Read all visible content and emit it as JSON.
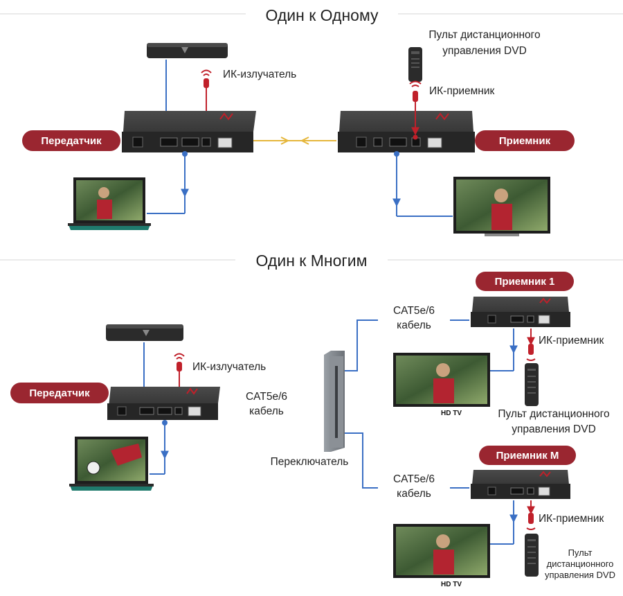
{
  "colors": {
    "pill": "#9a2630",
    "device": "#2f2f2f",
    "cable_blue": "#3a6fc4",
    "cable_red": "#c0202a",
    "cable_yellow": "#e5b63a",
    "switch": "#7d8187"
  },
  "sections": {
    "one_to_one": {
      "title": "Один к Одному",
      "transmitter_label": "Передатчик",
      "receiver_label": "Приемник",
      "ir_emitter_label": "ИК-излучатель",
      "ir_receiver_label": "ИК-приемник",
      "remote_label_line1": "Пульт дистанционного",
      "remote_label_line2": "управления DVD"
    },
    "one_to_many": {
      "title": "Один к Многим",
      "transmitter_label": "Передатчик",
      "ir_emitter_label": "ИК-излучатель",
      "cable_line1": "CAT5e/6",
      "cable_line2": "кабель",
      "switch_label": "Переключатель",
      "receiver1": {
        "label": "Приемник 1",
        "cable_line1": "CAT5e/6",
        "cable_line2": "кабель",
        "ir_receiver_label": "ИК-приемник",
        "tv_label": "HD TV",
        "remote_label_line1": "Пульт дистанционного",
        "remote_label_line2": "управления DVD"
      },
      "receiverM": {
        "label": "Приемник М",
        "cable_line1": "CAT5e/6",
        "cable_line2": "кабель",
        "ir_receiver_label": "ИК-приемник",
        "tv_label": "HD TV",
        "remote_label_line1": "Пульт",
        "remote_label_line2": "дистанционного",
        "remote_label_line3": "управления DVD"
      }
    }
  }
}
